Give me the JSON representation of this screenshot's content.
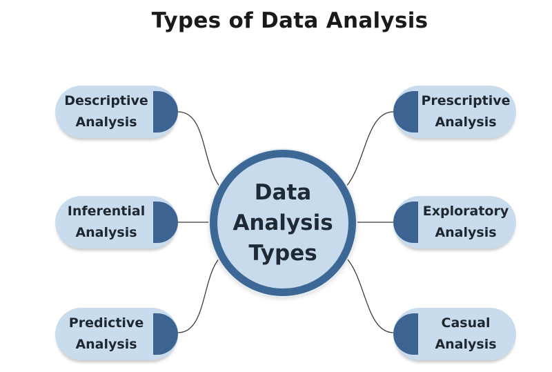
{
  "title": "Types of Data Analysis",
  "center": {
    "line1": "Data",
    "line2": "Analysis",
    "line3": "Types"
  },
  "nodes": [
    {
      "line1": "Descriptive",
      "line2": "Analysis"
    },
    {
      "line1": "Inferential",
      "line2": "Analysis"
    },
    {
      "line1": "Predictive",
      "line2": "Analysis"
    },
    {
      "line1": "Prescriptive",
      "line2": "Analysis"
    },
    {
      "line1": "Exploratory",
      "line2": "Analysis"
    },
    {
      "line1": "Casual",
      "line2": "Analysis"
    }
  ],
  "colors": {
    "pill_fill": "#c9dced",
    "accent": "#3c6391",
    "center_fill": "#c7dbec",
    "text": "#1e2730"
  }
}
